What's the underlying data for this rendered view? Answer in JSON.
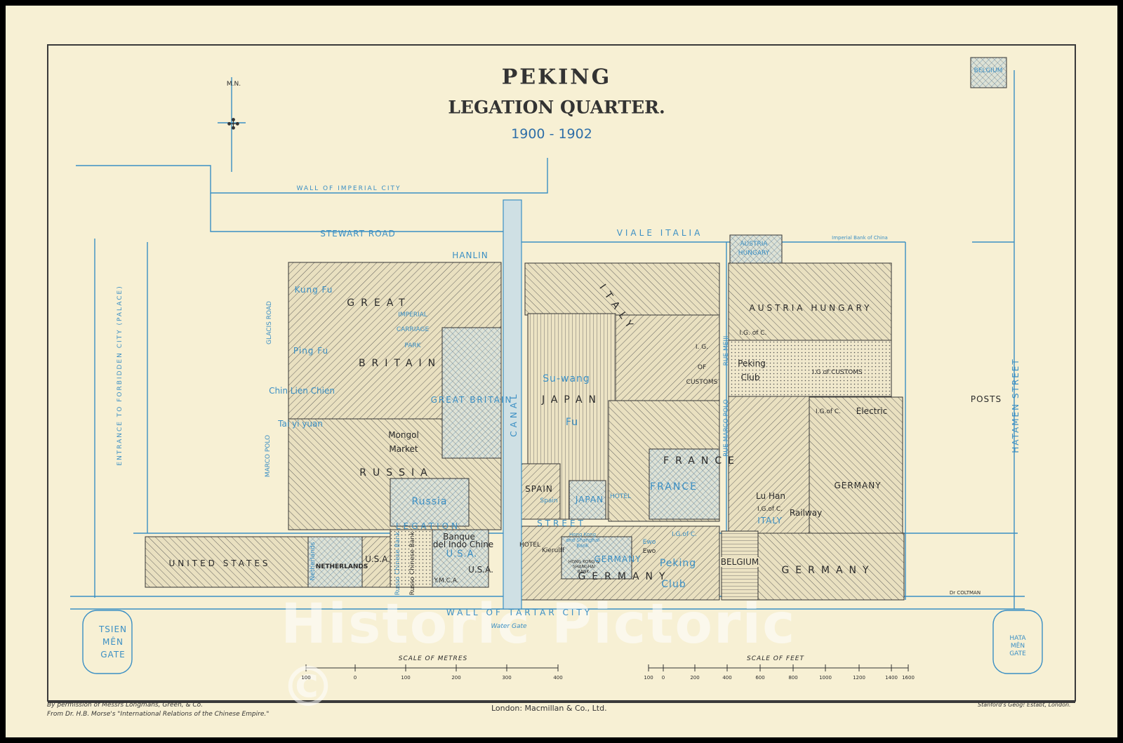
{
  "title": {
    "main": "PEKING",
    "sub": "LEGATION QUARTER.",
    "years": "1900 - 1902"
  },
  "compass": {
    "label": "M.N."
  },
  "streets": {
    "wall_imperial": "WALL OF IMPERIAL CITY",
    "stewart": "STEWART   ROAD",
    "viale": "VIALE   ITALIA",
    "legation": "LEGATION",
    "street": "STREET",
    "canal": "CANAL",
    "wall_tartar": "WALL  OF  TARTAR  CITY",
    "water_gate": "Water Gate",
    "entrance": "ENTRANCE TO FORBIDDEN CITY (PALACE)",
    "hatamen_street": "HATAMEN  STREET",
    "glacis_road": "GLACIS ROAD",
    "marco_polo": "MARCO POLO",
    "rue_meiji": "RUE MEIJI",
    "rue_marco": "RUE MARCO POLO"
  },
  "regions": {
    "gb": "GREAT",
    "gb2": "BRITAIN",
    "gb_blue": "GREAT BRITAIN",
    "imperial": "IMPERIAL",
    "carriage": "CARRIAGE",
    "park": "PARK",
    "kung": "Kung Fu",
    "ping": "Ping Fu",
    "chin": "Chin Lien Chien",
    "tai": "Tai yi yuan",
    "hanlin": "HANLIN",
    "russia": "RUSSIA",
    "russia_blue": "Russia",
    "mongol": "Mongol",
    "market": "Market",
    "italy": "ITALY",
    "suwang": "Su-wang",
    "japan": "JAPAN",
    "fu": "Fu",
    "spain": "SPAIN",
    "spain_blue": "Spain",
    "japan_blue": "JAPAN",
    "hotel": "HOTEL",
    "france": "FRANCE",
    "france_blue": "FRANCE",
    "ah_top": "AUSTRIA HUNGARY",
    "ah_blue1": "AUSTRIA",
    "ah_blue2": "HUNGARY",
    "igc": "I.G. of C.",
    "ig_customs": "I.G of CUSTOMS",
    "ig_of": "I. G.",
    "of": "OF",
    "customs": "CUSTOMS",
    "peking_club_e": "Peking",
    "club_e": "Club",
    "igc2": "I.G.of C.",
    "electric": "Electric",
    "germany_e": "GERMANY",
    "luhan": "Lu Han",
    "railway": "Railway",
    "igc3": "I.G.of C.",
    "italy_blue": "ITALY",
    "posts": "POSTS",
    "us": "UNITED  STATES",
    "netherlands": "NETHERLANDS",
    "netherlands_blue": "Netherlands",
    "usa1": "U.S.A.",
    "russo_chinese": "Russo Chinese Bank",
    "russo_blue": "Russo Chinese Bank",
    "banque": "Banque",
    "indo": "del Indo Chine",
    "usa_blue": "U.S.A.",
    "ymca": "Y.M.C.A.",
    "usa2": "U.S.A.",
    "hotel2": "HOTEL",
    "kierulff": "Kierulff",
    "hsbank": "Hong Kong and Shanghai Bank",
    "hsbank2": "HONG KONG & SHANGHAI BANK.",
    "germany_blue": "GERMANY",
    "ewo": "Ewo",
    "ewo2": "Ewo",
    "igc4": "I.G.of C.",
    "peking_club": "Peking",
    "club": "Club",
    "germany_s": "GERMANY",
    "belgium": "BELGIUM",
    "germany_se": "GERMANY",
    "belgium_tr": "BELGIUM",
    "imperial_bank": "Imperial Bank of China",
    "coltman": "Dr COLTMAN",
    "tsien": "TSIEN",
    "men": "MÊN",
    "gate": "GATE",
    "hata": "HATA",
    "hmen": "MÊN",
    "hgate": "GATE"
  },
  "scales": {
    "metres_title": "SCALE OF METRES",
    "metres_ticks": [
      "100",
      "0",
      "100",
      "200",
      "300",
      "400"
    ],
    "feet_title": "SCALE OF FEET",
    "feet_ticks": [
      "100",
      "0",
      "200",
      "400",
      "600",
      "800",
      "1000",
      "1200",
      "1400",
      "1600"
    ]
  },
  "footer": {
    "permission": "By permission of Messrs Longmans, Green, & Co.",
    "source": "From Dr. H.B. Morse's \"International Relations of the Chinese Empire.\"",
    "publisher": "London: Macmillan & Co., Ltd.",
    "engraver": "Stanford's Geog! Estabt, London."
  },
  "watermark": "Historic Pictoric ©",
  "colors": {
    "paper": "#f7f0d4",
    "blue": "#3b8fc4",
    "ink": "#2a2a2a"
  }
}
